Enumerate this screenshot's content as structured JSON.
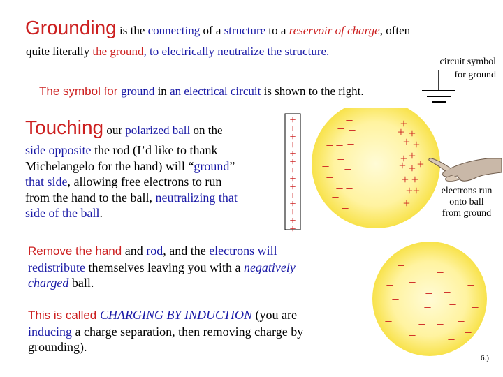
{
  "title_block": {
    "word": "Grounding",
    "t1": " is the ",
    "t2": "connecting",
    "t3": " of a ",
    "t4": "structure",
    "t5": " to a ",
    "t6": "reservoir of charge",
    "t7": ", often",
    "l2a": "quite literally ",
    "l2b": "the ground",
    "l2c": ", to electrically neutralize the structure."
  },
  "symbol_caption": {
    "line1": "circuit symbol",
    "line2": "for ground"
  },
  "symbol_sentence": {
    "a": "The symbol for ",
    "b": "ground",
    "c": " in ",
    "d": "an electrical circuit",
    "e": " is shown to the right."
  },
  "touching": {
    "word": "Touching",
    "l1a": " our ",
    "l1b": "polarized ball",
    "l1c": " on the",
    "l2a": "side opposite",
    "l2b": " the rod (I’d like to thank",
    "l3a": "Michelangelo for the hand) will “",
    "l3b": "ground",
    "l3c": "”",
    "l4a": "that side",
    "l4b": ", allowing free electrons to run",
    "l5a": "from the hand to the ball, ",
    "l5b": "neutralizing that",
    "l6a": "side of the ball",
    "l6b": "."
  },
  "electrons_caption": {
    "line1": "electrons run",
    "line2": "onto ball",
    "line3": "from ground"
  },
  "remove": {
    "l1a": "Remove the hand",
    "l1b": " and ",
    "l1c": "rod",
    "l1d": ", and the ",
    "l1e": "electrons will",
    "l2a": "redistribute",
    "l2b": " themselves leaving you with a ",
    "l2c": "negatively",
    "l3a": "charged",
    "l3b": " ball."
  },
  "charging": {
    "l1a": "This is called ",
    "l1b": "CHARGING BY INDUCTION",
    "l1c": " (you are",
    "l2a": "inducing",
    "l2b": " a charge separation, then removing charge by",
    "l3": "grounding)."
  },
  "rod_charges": [
    "+",
    "+",
    "+",
    "+",
    "+",
    "+",
    "+",
    "+",
    "+",
    "+",
    "+",
    "+",
    "+",
    "+"
  ],
  "ball1_negatives": [
    "–",
    "–",
    "–",
    "–",
    "–",
    "–",
    "–",
    "–",
    "–",
    "–",
    "–",
    "–",
    "–",
    "–",
    "–",
    "–",
    "–",
    "–"
  ],
  "ball1_positives": [
    "+",
    "+",
    "+",
    "+",
    "+",
    "+",
    "+",
    "+",
    "+",
    "+",
    "+",
    "+",
    "+",
    "+",
    "+"
  ],
  "ball2_negatives": [
    "–",
    "–",
    "–",
    "–",
    "–",
    "–",
    "–",
    "–",
    "–",
    "–",
    "–",
    "–",
    "–",
    "–",
    "–",
    "–",
    "–",
    "–",
    "–",
    "–",
    "–",
    "–"
  ],
  "page_number": "6.)",
  "colors": {
    "text_red": "#cc1f1f",
    "text_blue": "#1a1aa6",
    "ball_center": "#fffbd6",
    "ball_edge": "#fae84a"
  }
}
